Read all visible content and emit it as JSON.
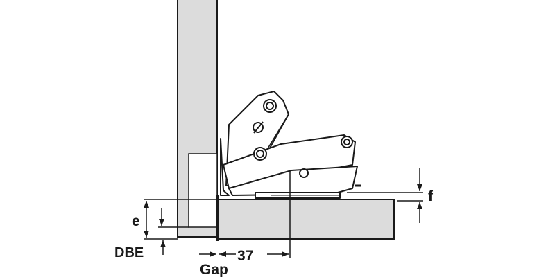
{
  "labels": {
    "e": "e",
    "dbe": "DBE",
    "gap": "Gap",
    "dim_37": "37",
    "f": "f"
  },
  "colors": {
    "panel_fill": "#dcdcdc",
    "line": "#1a1a1a",
    "background": "#ffffff"
  }
}
